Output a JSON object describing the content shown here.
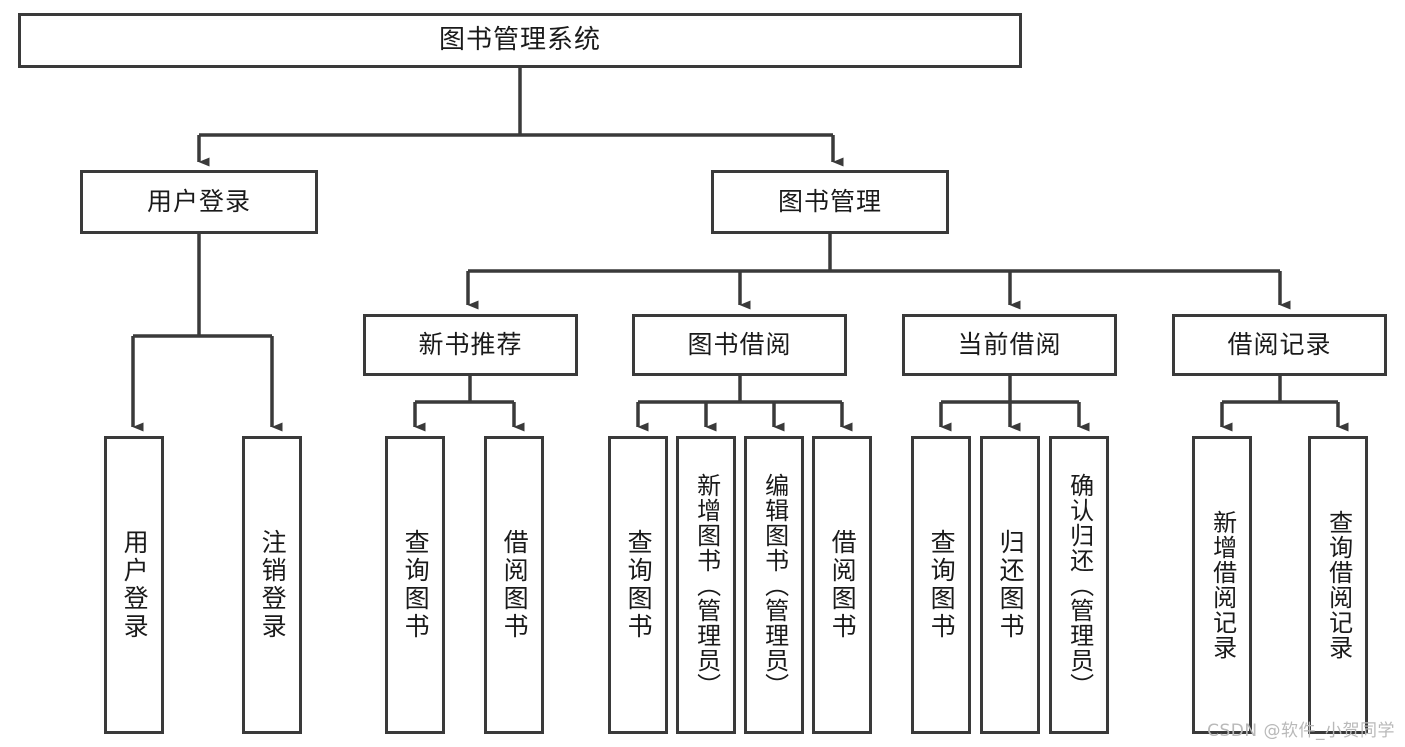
{
  "diagram": {
    "title": "图书管理系统",
    "type": "hierarchy-tree",
    "colors": {
      "box_border": "#3a3a3a",
      "box_fill": "#ffffff",
      "line": "#3a3a3a",
      "text": "#1a1a1a",
      "watermark": "#b9b9b9"
    },
    "watermark": "CSDN @软件_小贺同学",
    "levels": {
      "root": {
        "label": "图书管理系统"
      },
      "level2": [
        {
          "label": "用户登录"
        },
        {
          "label": "图书管理"
        }
      ],
      "level3": [
        {
          "label": "新书推荐"
        },
        {
          "label": "图书借阅"
        },
        {
          "label": "当前借阅"
        },
        {
          "label": "借阅记录"
        }
      ],
      "leaves": {
        "user_login": [
          {
            "label": "用户登录"
          },
          {
            "label": "注销登录"
          }
        ],
        "new_book_recommend": [
          {
            "label": "查询图书"
          },
          {
            "label": "借阅图书"
          }
        ],
        "book_borrow": [
          {
            "label": "查询图书"
          },
          {
            "label": "新增图书（管理员）"
          },
          {
            "label": "编辑图书（管理员）"
          },
          {
            "label": "借阅图书"
          }
        ],
        "current_borrow": [
          {
            "label": "查询图书"
          },
          {
            "label": "归还图书"
          },
          {
            "label": "确认归还（管理员）"
          }
        ],
        "borrow_record": [
          {
            "label": "新增借阅记录"
          },
          {
            "label": "查询借阅记录"
          }
        ]
      }
    }
  }
}
